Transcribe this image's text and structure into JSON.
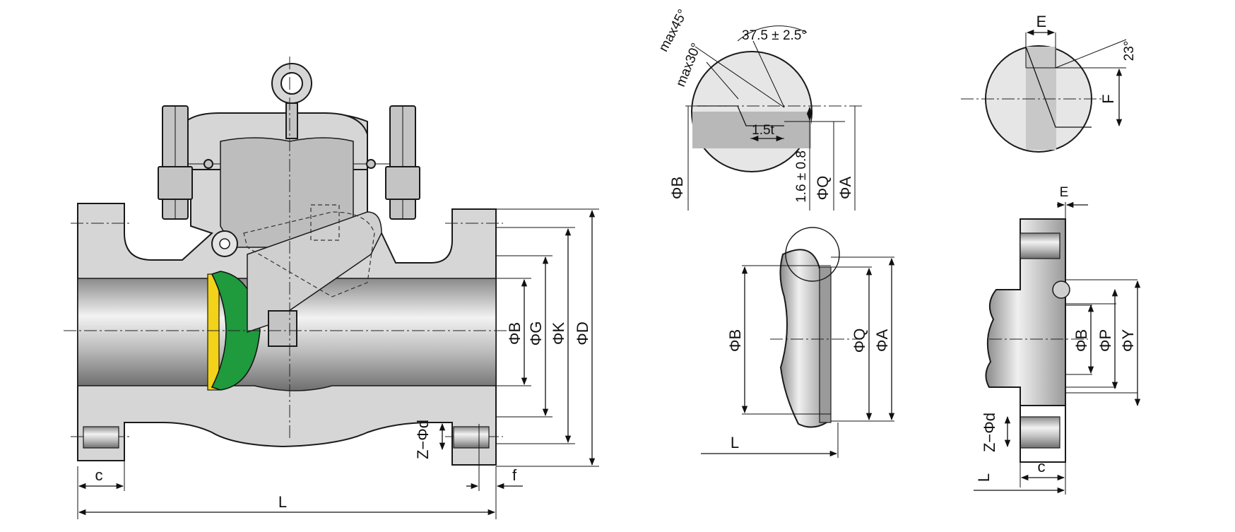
{
  "labels": {
    "L": "L",
    "c": "c",
    "f": "f",
    "z_d": "Z−Φd",
    "phi_b": "ΦB",
    "phi_g": "ΦG",
    "phi_k": "ΦK",
    "phi_d": "ΦD",
    "phi_q": "ΦQ",
    "phi_a": "ΦA",
    "phi_p": "ΦP",
    "phi_y": "ΦY",
    "e": "E",
    "f_upper": "F",
    "max45": "max45°",
    "max30": "max30°",
    "angle_375": "37.5 ± 2.5°",
    "angle_23": "23°",
    "t15": "1.5t",
    "r16": "1.6 ± 0.8"
  },
  "colors": {
    "line": "#111111",
    "body_fill": "#d6d6d6",
    "disc_green": "#1f9a3c",
    "seat_yellow": "#f3d21a",
    "paper": "#ffffff"
  }
}
